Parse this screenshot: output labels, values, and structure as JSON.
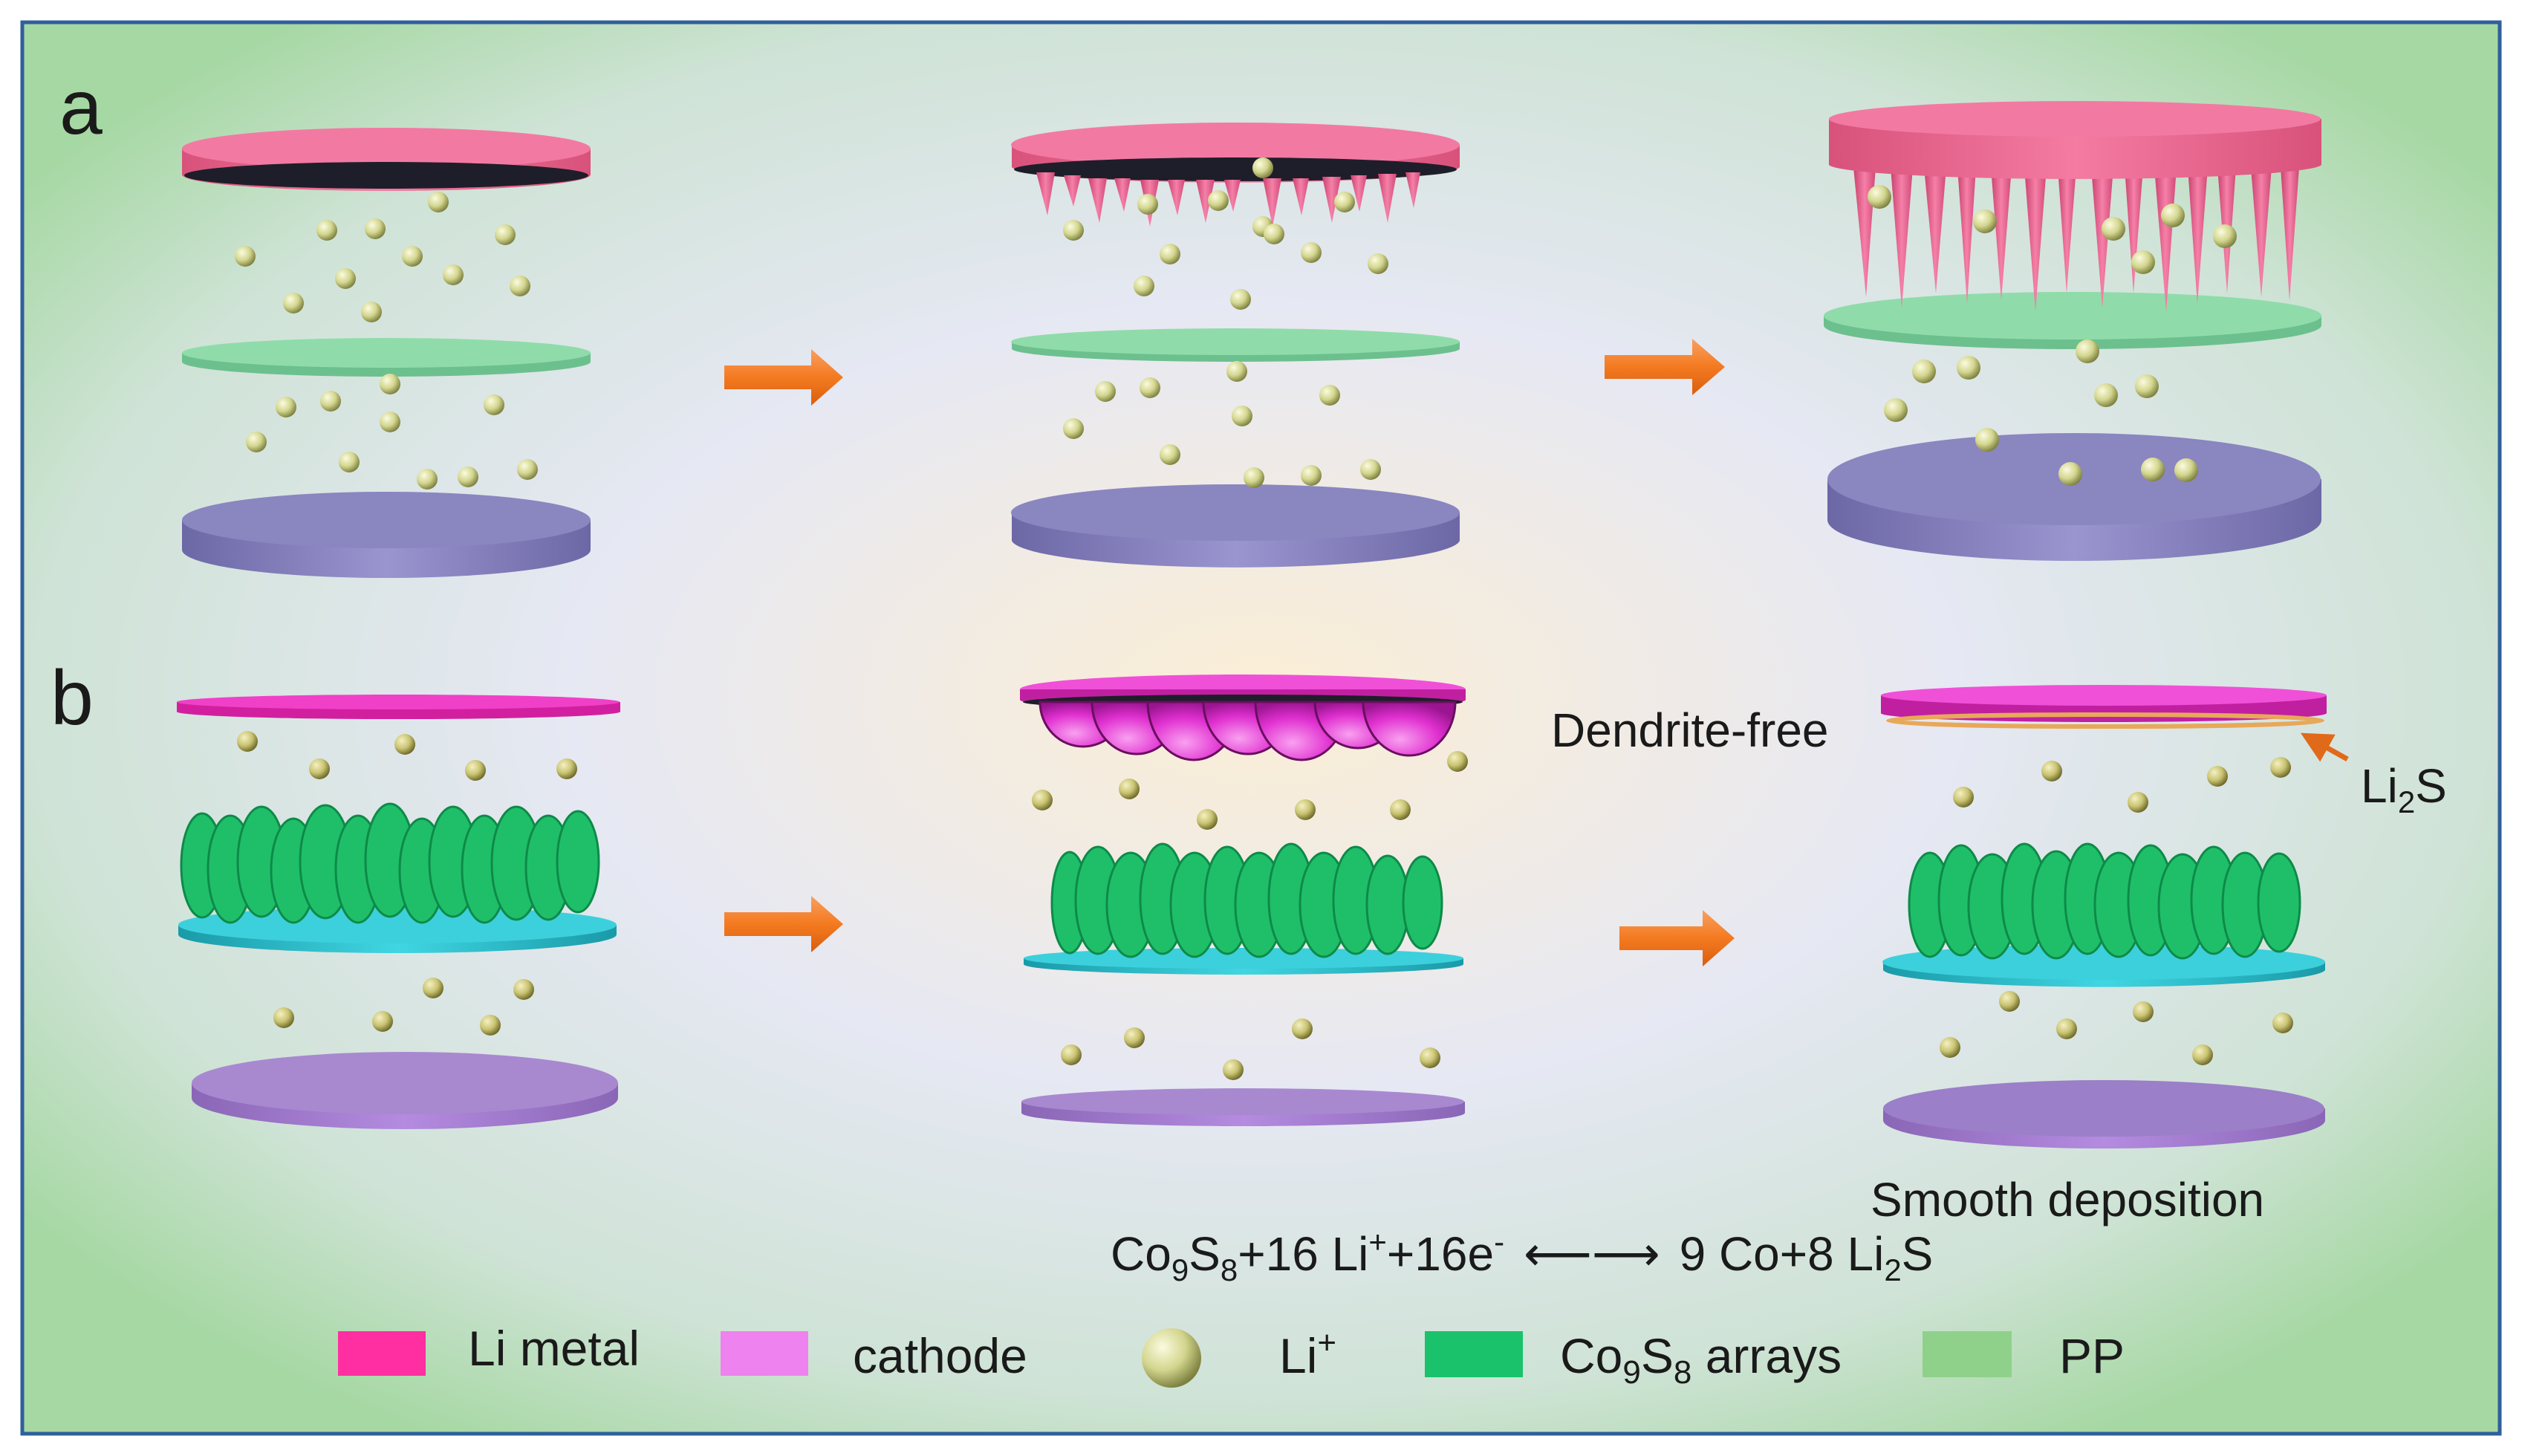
{
  "panels": {
    "a": {
      "label": "a"
    },
    "b": {
      "label": "b"
    }
  },
  "annotations": {
    "dendrite_free": "Dendrite-free",
    "li2s": {
      "main": "Li",
      "sub": "2",
      "tail": "S"
    },
    "smooth_deposition": "Smooth deposition"
  },
  "equation": {
    "p1": "Co",
    "s1": "9",
    "p2": "S",
    "s2": "8",
    "p3": "+16 Li",
    "sup1": "+",
    "p4": "+16e",
    "sup2": "-",
    "arrow": "⟵⟶",
    "p5": "9 Co+8 Li",
    "s3": "2",
    "p6": "S"
  },
  "legend": {
    "li_metal": "Li metal",
    "cathode": "cathode",
    "li_ion": {
      "main": "Li",
      "sup": "+"
    },
    "co9s8_arrays": {
      "p1": "Co",
      "s1": "9",
      "p2": "S",
      "s2": "8",
      "p3": " arrays"
    },
    "pp": "PP"
  },
  "colors": {
    "background_edge": "#a9d9a7",
    "background_center": "#f7ecd9",
    "background_blue": "#dfe6f3",
    "frame": "#2f5f9a",
    "li_metal": "#ff2fa2",
    "li_metal_dendrite": "#f06e9b",
    "cathode": "#ee82ee",
    "cathode_disk_a": "#8c87c2",
    "cathode_disk_b": "#a887cf",
    "pp_separator": "#79cf9b",
    "co9s8": "#19c26b",
    "co9s8_substrate": "#24c1cf",
    "li_ion": "#d8db8f",
    "arrow": "#f47a20",
    "li2s_layer": "#e8a85a"
  },
  "icons": [
    "arrow-right-icon",
    "li-ion-sphere-icon",
    "dendrite-icon"
  ]
}
